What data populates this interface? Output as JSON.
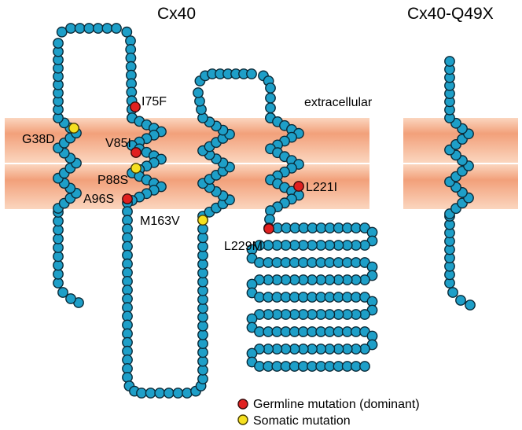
{
  "titles": {
    "left": "Cx40",
    "right": "Cx40-Q49X"
  },
  "region_label": "extracellular",
  "colors": {
    "residue": "#1E9FC8",
    "germline": "#E02020",
    "somatic": "#F5E020",
    "membrane_edge": "#FFF2EA",
    "membrane_center": "#F2A07A"
  },
  "mutations": [
    {
      "id": "G38D",
      "label": "G38D",
      "type": "somatic"
    },
    {
      "id": "I75F",
      "label": "I75F",
      "type": "germline"
    },
    {
      "id": "V85I",
      "label": "V85I",
      "type": "germline"
    },
    {
      "id": "P88S",
      "label": "P88S",
      "type": "somatic"
    },
    {
      "id": "A96S",
      "label": "A96S",
      "type": "germline"
    },
    {
      "id": "M163V",
      "label": "M163V",
      "type": "somatic"
    },
    {
      "id": "L221I",
      "label": "L221I",
      "type": "germline"
    },
    {
      "id": "L229M",
      "label": "L229M",
      "type": "germline"
    }
  ],
  "legend": [
    {
      "type": "germline",
      "label": "Germline mutation (dominant)"
    },
    {
      "type": "somatic",
      "label": "Somatic mutation"
    }
  ]
}
